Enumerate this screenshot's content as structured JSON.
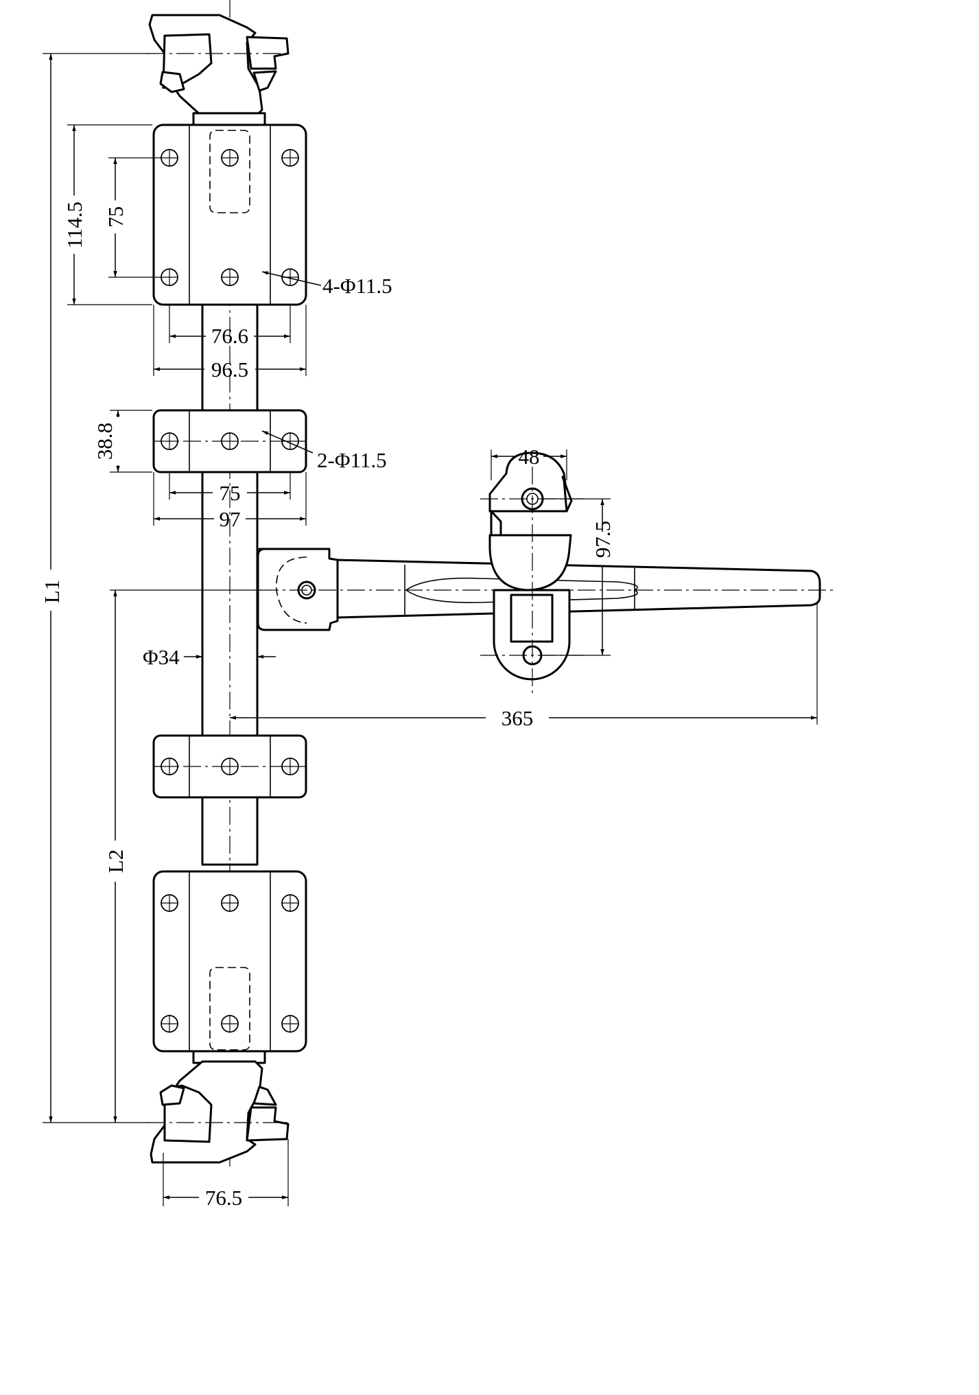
{
  "dimensions": {
    "top_plate_height": "114.5",
    "top_hole_spacing_v": "75",
    "top_holes_note": "4-Φ11.5",
    "top_hole_spacing_h": "76.6",
    "top_plate_width": "96.5",
    "guide_height": "38.8",
    "guide_holes_note": "2-Φ11.5",
    "guide_hole_spacing": "75",
    "guide_width": "97",
    "keeper_width": "48",
    "keeper_hole_spacing": "97.5",
    "rod_diameter": "Φ34",
    "handle_length": "365",
    "overall_length": "L1",
    "handle_height": "L2",
    "cam_width": "76.5"
  },
  "colors": {
    "line": "#000000",
    "background": "#ffffff"
  }
}
